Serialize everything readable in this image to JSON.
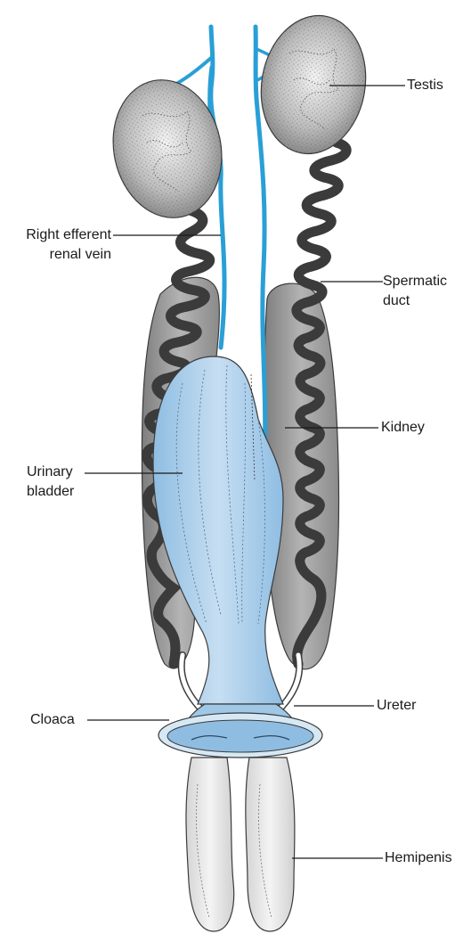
{
  "labels": {
    "testis": "Testis",
    "right_efferent_renal_vein": [
      "Right efferent",
      "renal vein"
    ],
    "spermatic_duct": [
      "Spermatic",
      "duct"
    ],
    "kidney": "Kidney",
    "urinary_bladder": [
      "Urinary",
      "bladder"
    ],
    "ureter": "Ureter",
    "cloaca": "Cloaca",
    "hemipenis": "Hemipenis"
  },
  "colors": {
    "vein": "#2a9fd6",
    "bladder": "#a9cdea",
    "kidney": "#9b9b9b",
    "testis": "#9a9a9a",
    "duct": "#d7e8f5",
    "hemipenis": "#e6e6e6",
    "outline": "#3b3b3b"
  }
}
